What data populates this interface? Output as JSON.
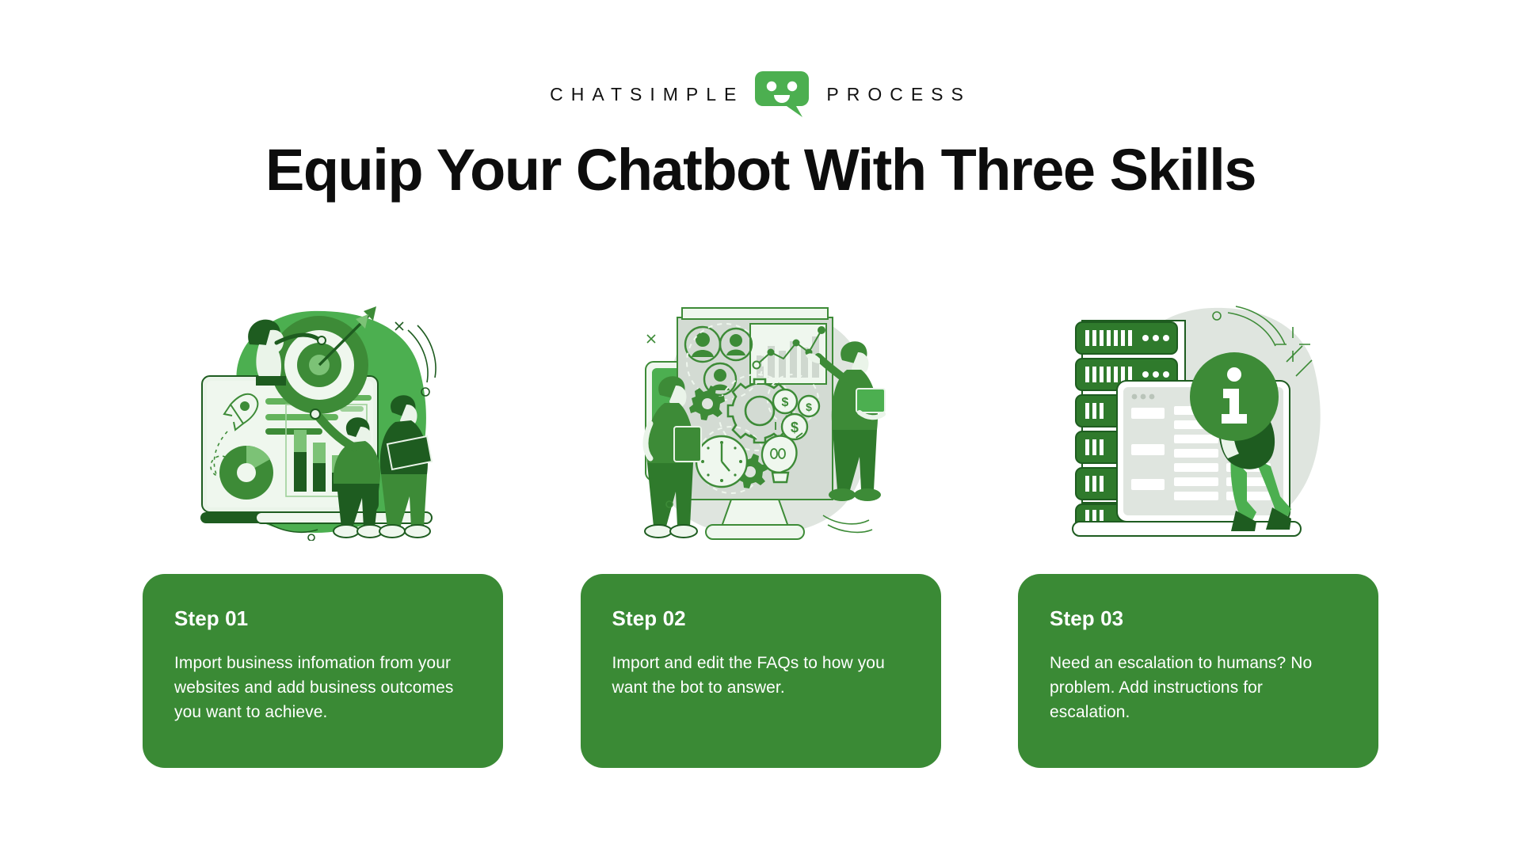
{
  "theme": {
    "background": "#ffffff",
    "card_green": "#3a8a35",
    "logo_green": "#4caf50",
    "blob_green": "#4caf50",
    "mid_green": "#3d8b37",
    "dark_green": "#1e5c20",
    "light_green": "#e8f3e7",
    "grey_blob": "#dfe5df",
    "heading_color": "#0d0d0d"
  },
  "header": {
    "brand": "CHATSIMPLE",
    "suffix": "PROCESS",
    "logo_icon": "chatbot-face-icon",
    "headline": "Equip Your Chatbot With Three Skills"
  },
  "illustrations": [
    {
      "name": "goals-dashboard-illustration",
      "alt": "Two people with target board, rocket, bar chart and donut chart dashboard"
    },
    {
      "name": "faq-gears-illustration",
      "alt": "Two people at a monitor with gears, clock, lightbulb, coins, avatars and growth chart"
    },
    {
      "name": "escalation-servers-illustration",
      "alt": "Person holding an information icon in front of servers and a data table"
    }
  ],
  "steps": [
    {
      "title": "Step 01",
      "body": "Import business infomation from your websites and add business outcomes you want to achieve."
    },
    {
      "title": "Step 02",
      "body": "Import and edit the FAQs to how you want the bot to answer."
    },
    {
      "title": "Step 03",
      "body": "Need an escalation to humans? No problem. Add instructions for escalation."
    }
  ]
}
